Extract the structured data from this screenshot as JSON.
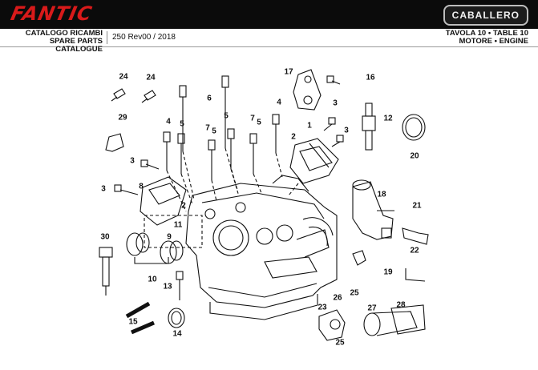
{
  "brand": {
    "logo_text": "FANTIC",
    "model_badge": "CABALLERO"
  },
  "header": {
    "catalogue_it": "CATALOGO RICAMBI",
    "catalogue_en": "SPARE PARTS CATALOGUE",
    "revision": "250 Rev00 / 2018",
    "table_it": "TAVOLA 10 • TABLE 10",
    "section": "MOTORE • ENGINE"
  },
  "callouts": [
    {
      "id": "c1",
      "label": "1"
    },
    {
      "id": "c2a",
      "label": "2"
    },
    {
      "id": "c2b",
      "label": "2"
    },
    {
      "id": "c3a",
      "label": "3"
    },
    {
      "id": "c3b",
      "label": "3"
    },
    {
      "id": "c3c",
      "label": "3"
    },
    {
      "id": "c3d",
      "label": "3"
    },
    {
      "id": "c4a",
      "label": "4"
    },
    {
      "id": "c4b",
      "label": "4"
    },
    {
      "id": "c5a",
      "label": "5"
    },
    {
      "id": "c5b",
      "label": "5"
    },
    {
      "id": "c5c",
      "label": "5"
    },
    {
      "id": "c5d",
      "label": "5"
    },
    {
      "id": "c6",
      "label": "6"
    },
    {
      "id": "c7a",
      "label": "7"
    },
    {
      "id": "c7b",
      "label": "7"
    },
    {
      "id": "c8",
      "label": "8"
    },
    {
      "id": "c9",
      "label": "9"
    },
    {
      "id": "c10",
      "label": "10"
    },
    {
      "id": "c11",
      "label": "11"
    },
    {
      "id": "c12",
      "label": "12"
    },
    {
      "id": "c13",
      "label": "13"
    },
    {
      "id": "c14",
      "label": "14"
    },
    {
      "id": "c15",
      "label": "15"
    },
    {
      "id": "c16",
      "label": "16"
    },
    {
      "id": "c17",
      "label": "17"
    },
    {
      "id": "c18",
      "label": "18"
    },
    {
      "id": "c19",
      "label": "19"
    },
    {
      "id": "c20",
      "label": "20"
    },
    {
      "id": "c21",
      "label": "21"
    },
    {
      "id": "c22",
      "label": "22"
    },
    {
      "id": "c23",
      "label": "23"
    },
    {
      "id": "c24a",
      "label": "24"
    },
    {
      "id": "c24b",
      "label": "24"
    },
    {
      "id": "c25a",
      "label": "25"
    },
    {
      "id": "c25b",
      "label": "25"
    },
    {
      "id": "c26",
      "label": "26"
    },
    {
      "id": "c27",
      "label": "27"
    },
    {
      "id": "c28",
      "label": "28"
    },
    {
      "id": "c29",
      "label": "29"
    },
    {
      "id": "c30",
      "label": "30"
    }
  ]
}
